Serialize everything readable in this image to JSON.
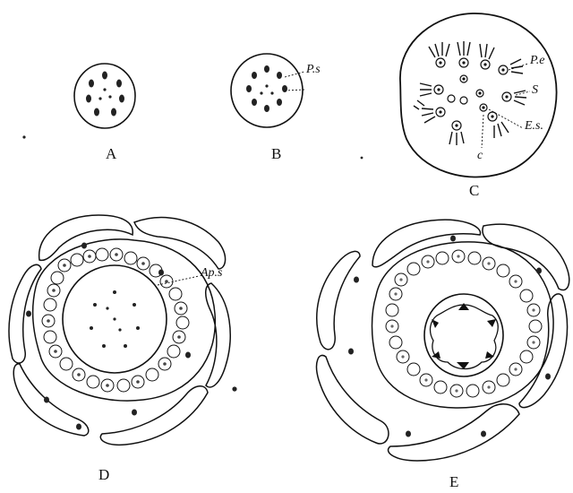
{
  "figure": {
    "panels": [
      {
        "id": "A",
        "label": "A"
      },
      {
        "id": "B",
        "label": "B"
      },
      {
        "id": "C",
        "label": "C"
      },
      {
        "id": "D",
        "label": "D"
      },
      {
        "id": "E",
        "label": "E"
      }
    ],
    "callouts": {
      "b_ps": "P.s",
      "c_pe": "P.e",
      "c_s": "S",
      "c_es": "E.s.",
      "c_c": "c",
      "d_aps": "Ap.s"
    }
  }
}
